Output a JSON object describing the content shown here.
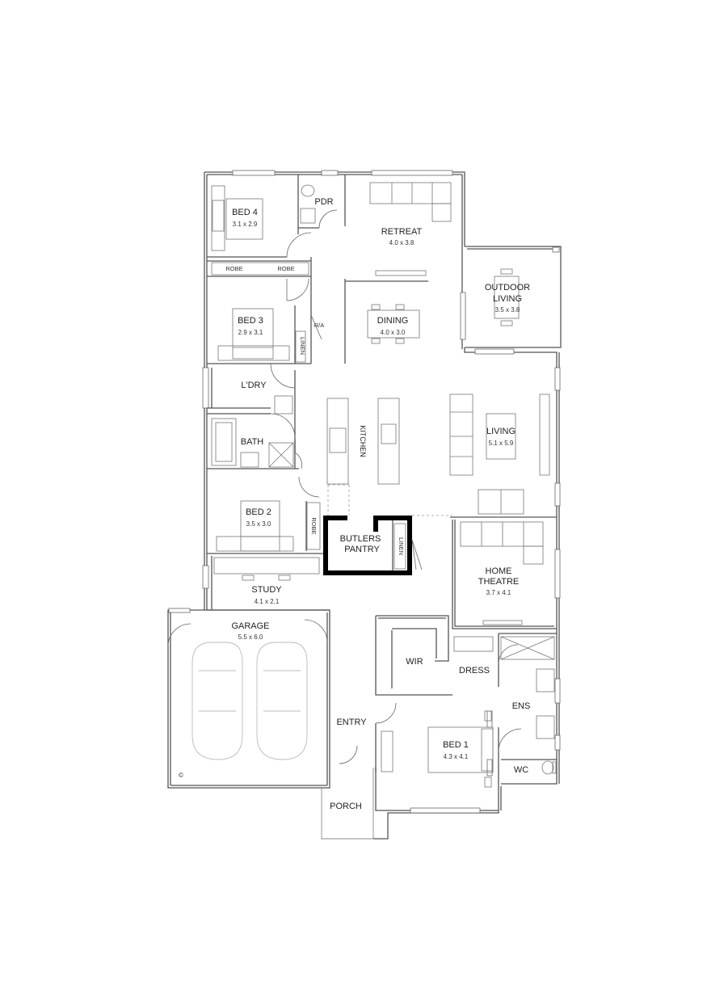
{
  "rooms": {
    "bed4": {
      "name": "BED 4",
      "dim": "3.1 x 2.9"
    },
    "pdr": {
      "name": "PDR"
    },
    "retreat": {
      "name": "RETREAT",
      "dim": "4.0 x 3.8"
    },
    "outdoor": {
      "name1": "OUTDOOR",
      "name2": "LIVING",
      "dim": "3.5 x 3.8"
    },
    "robe_a": {
      "name": "ROBE"
    },
    "robe_b": {
      "name": "ROBE"
    },
    "bed3": {
      "name": "BED 3",
      "dim": "2.9 x 3.1"
    },
    "ra": {
      "name": "R/A"
    },
    "linen_a": {
      "name": "LINEN"
    },
    "dining": {
      "name": "DINING",
      "dim": "4.0 x 3.0"
    },
    "ldry": {
      "name": "L'DRY"
    },
    "kitchen": {
      "name": "KITCHEN"
    },
    "living": {
      "name": "LIVING",
      "dim": "5.1 x 5.9"
    },
    "bath": {
      "name": "BATH"
    },
    "bed2": {
      "name": "BED 2",
      "dim": "3.5 x 3.0"
    },
    "robe_c": {
      "name": "ROBE"
    },
    "butlers": {
      "name1": "BUTLERS",
      "name2": "PANTRY"
    },
    "linen_b": {
      "name": "LINEN"
    },
    "theatre": {
      "name1": "HOME",
      "name2": "THEATRE",
      "dim": "3.7 x 4.1"
    },
    "study": {
      "name": "STUDY",
      "dim": "4.1 x 2.1"
    },
    "garage": {
      "name": "GARAGE",
      "dim": "5.5 x 6.0"
    },
    "wir": {
      "name": "WIR"
    },
    "dress": {
      "name": "DRESS"
    },
    "ens": {
      "name": "ENS"
    },
    "entry": {
      "name": "ENTRY"
    },
    "bed1": {
      "name": "BED 1",
      "dim": "4.3 x 4.1"
    },
    "wc": {
      "name": "WC"
    },
    "porch": {
      "name": "PORCH"
    }
  },
  "copyright_symbol": "©"
}
